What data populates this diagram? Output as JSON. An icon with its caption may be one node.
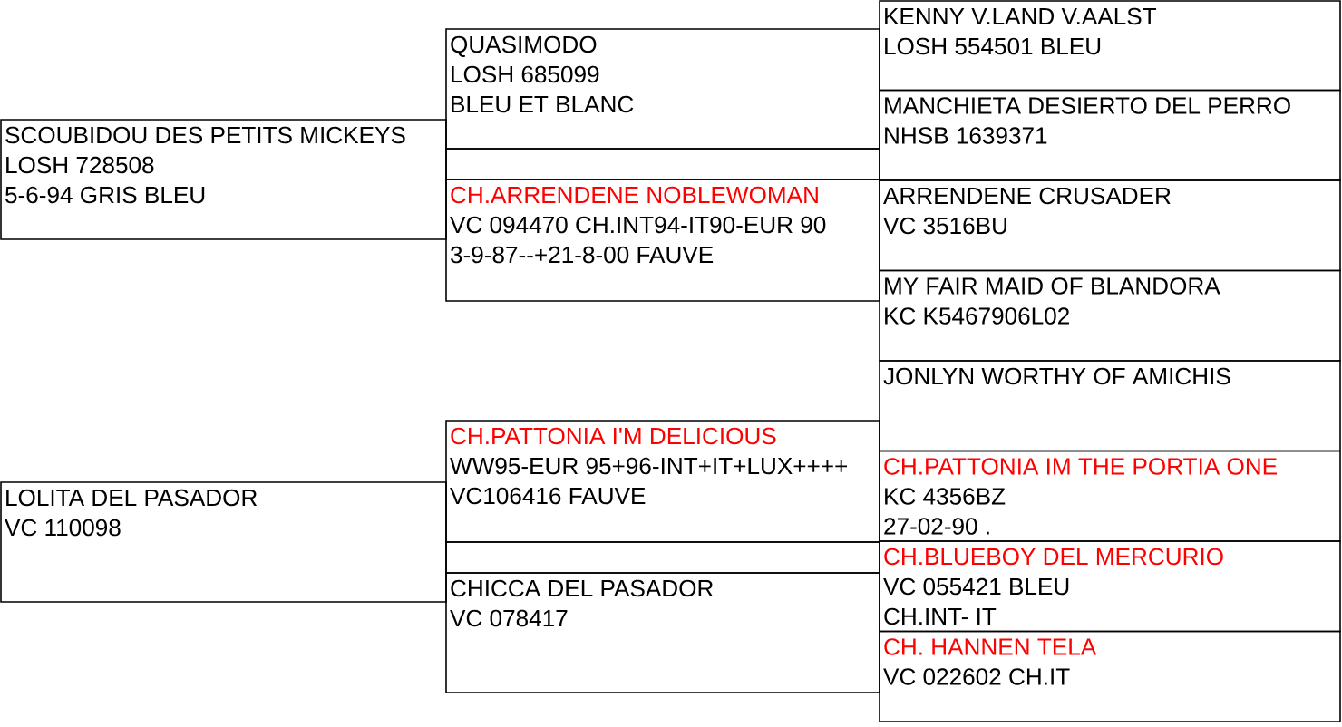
{
  "diagram": {
    "nodes": [
      {
        "text": [
          "SCOUBIDOU DES PETITS MICKEYS",
          "LOSH 728508",
          "5-6-94 GRIS BLEU"
        ]
      },
      {
        "text": [
          "LOLITA DEL PASADOR",
          "VC 110098"
        ]
      },
      {
        "text": [
          "QUASIMODO",
          "LOSH 685099",
          "BLEU ET BLANC"
        ]
      },
      {
        "text": [
          "CH.ARRENDENE NOBLEWOMAN",
          "VC 094470 CH.INT94-IT90-EUR 90",
          "3-9-87--+21-8-00 FAUVE"
        ]
      },
      {
        "text": [
          "CH.PATTONIA I'M DELICIOUS",
          "WW95-EUR 95+96-INT+IT+LUX++++",
          "VC106416 FAUVE"
        ]
      },
      {
        "text": [
          "CHICCA DEL PASADOR",
          "VC 078417"
        ]
      },
      {
        "text": [
          "KENNY V.LAND V.AALST",
          "LOSH 554501 BLEU"
        ]
      },
      {
        "text": [
          "MANCHIETA DESIERTO DEL PERRO",
          "NHSB 1639371"
        ]
      },
      {
        "text": [
          "ARRENDENE CRUSADER",
          "VC 3516BU"
        ]
      },
      {
        "text": [
          "MY FAIR MAID OF BLANDORA",
          "KC K5467906L02"
        ]
      },
      {
        "text": [
          "JONLYN WORTHY OF AMICHIS"
        ]
      },
      {
        "text": [
          "CH.PATTONIA IM THE PORTIA ONE",
          "KC 4356BZ",
          "27-02-90 ."
        ]
      },
      {
        "text": [
          "CH.BLUEBOY DEL MERCURIO",
          "VC 055421 BLEU",
          "CH.INT- IT"
        ]
      },
      {
        "text": [
          "CH. HANNEN TELA",
          "VC 022602 CH.IT"
        ]
      }
    ]
  }
}
